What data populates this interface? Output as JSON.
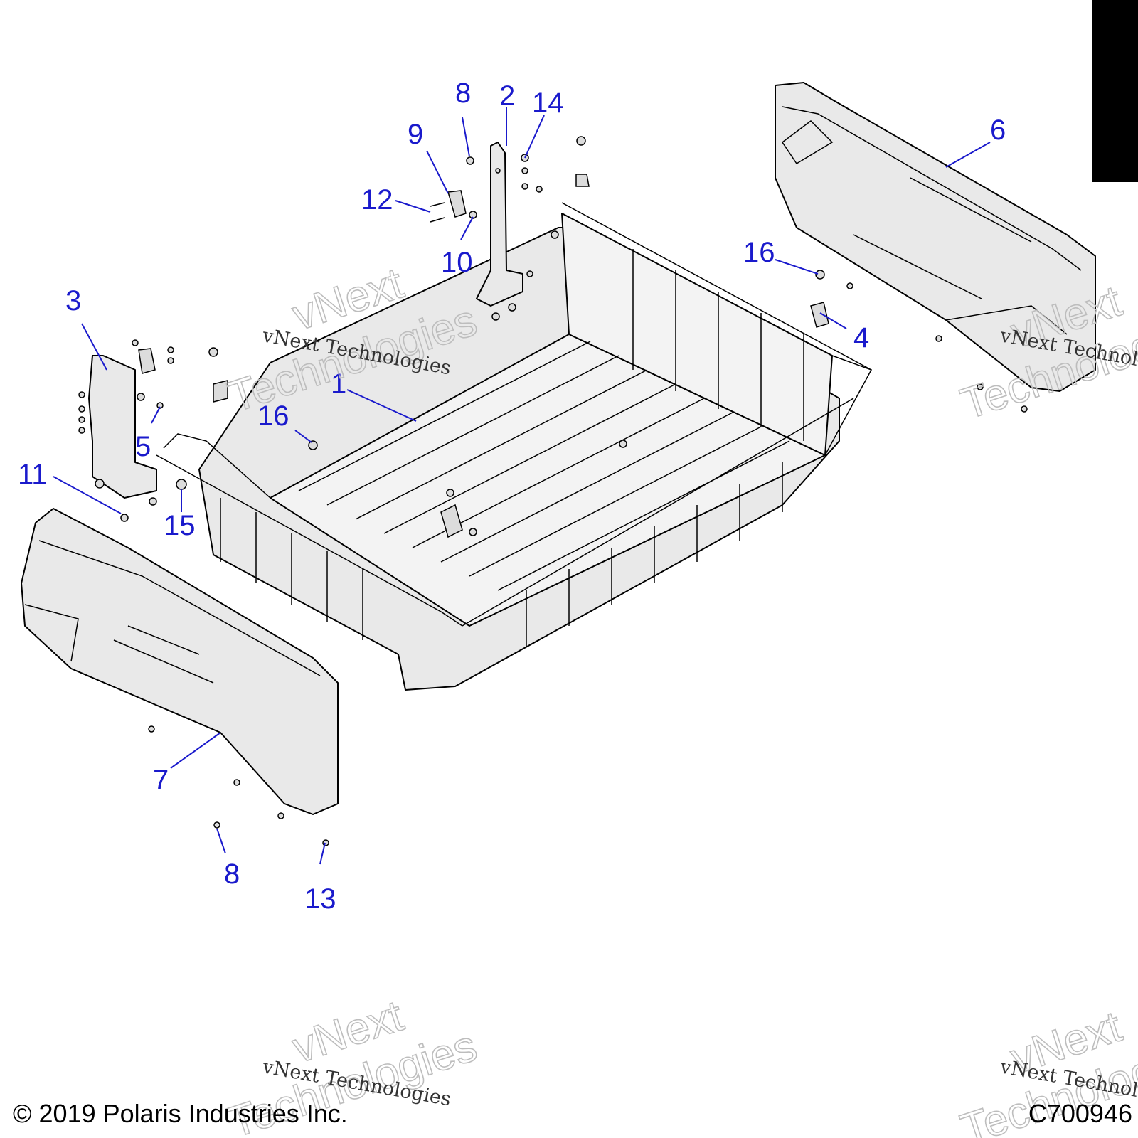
{
  "diagram": {
    "callouts": [
      "1",
      "2",
      "3",
      "4",
      "5",
      "6",
      "7",
      "8",
      "9",
      "10",
      "11",
      "12",
      "13",
      "14",
      "15",
      "16",
      "16",
      "8"
    ],
    "watermark": {
      "big_line1": "vNext",
      "big_line2": "Technologies",
      "small": "vNext Technologies"
    },
    "copyright": "© 2019 Polaris Industries Inc.",
    "figure_code": "C700946"
  }
}
